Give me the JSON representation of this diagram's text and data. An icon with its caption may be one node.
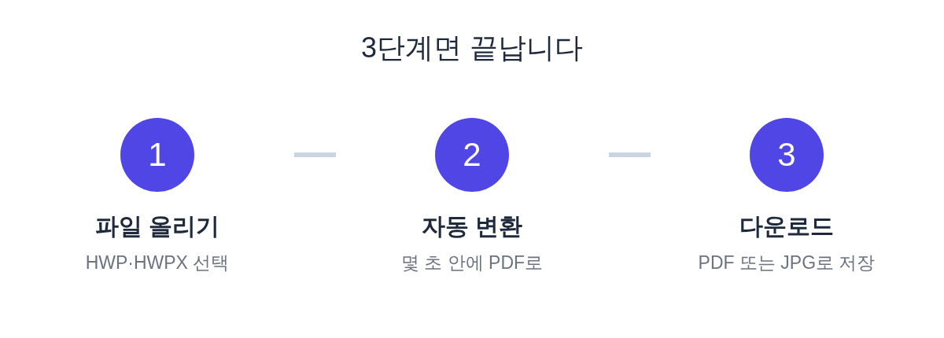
{
  "diagram": {
    "title": "3단계면 끝납니다",
    "nodes": [
      {
        "text": [
          "1",
          "파일 올리기",
          "HWP·HWPX 선택"
        ]
      },
      {
        "text": [
          "2",
          "자동 변환",
          "몇 초 안에 PDF로"
        ]
      },
      {
        "text": [
          "3",
          "다운로드",
          "PDF 또는 JPG로 저장"
        ]
      }
    ]
  }
}
